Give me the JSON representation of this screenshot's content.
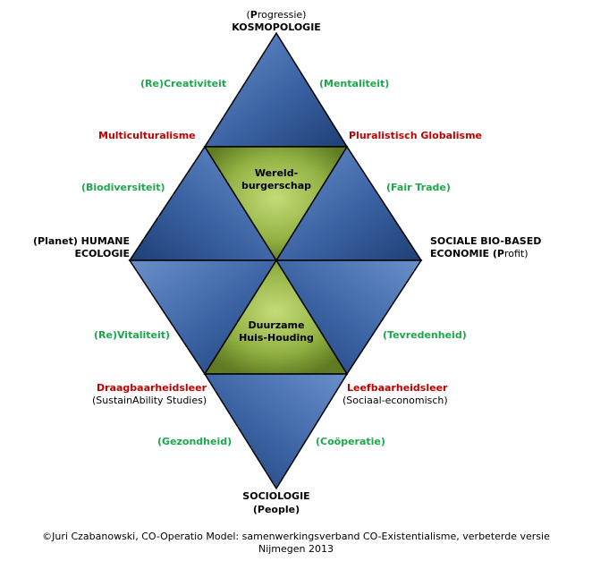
{
  "top": {
    "paren_open": "(",
    "initial": "P",
    "rest": "rogressie)",
    "title": "KOSMOPOLOGIE"
  },
  "bottom": {
    "title": "SOCIOLOGIE",
    "paren_open": "(",
    "initial": "P",
    "rest": "eople)"
  },
  "left": {
    "paren_open": "(",
    "initial": "P",
    "rest": "lanet) HUMANE",
    "line2": "ECOLOGIE"
  },
  "right": {
    "line1": "SOCIALE BIO-BASED",
    "line2_pre": "ECONOMIE (",
    "initial": "P",
    "rest": "rofit)"
  },
  "center_top": {
    "line1": "Wereld-",
    "line2": "burgerschap"
  },
  "center_bottom": {
    "line1": "Duurzame",
    "line2": "Huis-Houding"
  },
  "green_labels": {
    "recreativiteit": "(Re)Creativiteit",
    "mentaliteit": "(Mentaliteit)",
    "biodiversiteit": "(Biodiversiteit)",
    "fair_trade": "(Fair Trade)",
    "revitaliteit": "(Re)Vitaliteit)",
    "tevredenheid": "(Tevredenheid)",
    "gezondheid": "(Gezondheid)",
    "cooperatie": "(Coöperatie)"
  },
  "red_labels": {
    "multiculturalisme": "Multiculturalisme",
    "pluralistisch": "Pluralistisch Globalisme",
    "draagbaarheid": "Draagbaarheidsleer",
    "leefbaarheid": "Leefbaarheidsleer"
  },
  "sub_labels": {
    "sustainability": "(SustainAbility Studies)",
    "sociaal": "(Sociaal-economisch)"
  },
  "footer": {
    "line1": "©Juri Czabanowski, CO-Operatio Model: samenwerkingsverband CO-Existentialisme, verbeterde versie",
    "line2": "Nijmegen 2013"
  },
  "colors": {
    "blue_light": "#5f86c2",
    "blue_dark": "#23477f",
    "green_light": "#b8d36a",
    "green_dark": "#6f8a2a",
    "label_green": "#1aa84b",
    "label_red": "#c00000"
  }
}
